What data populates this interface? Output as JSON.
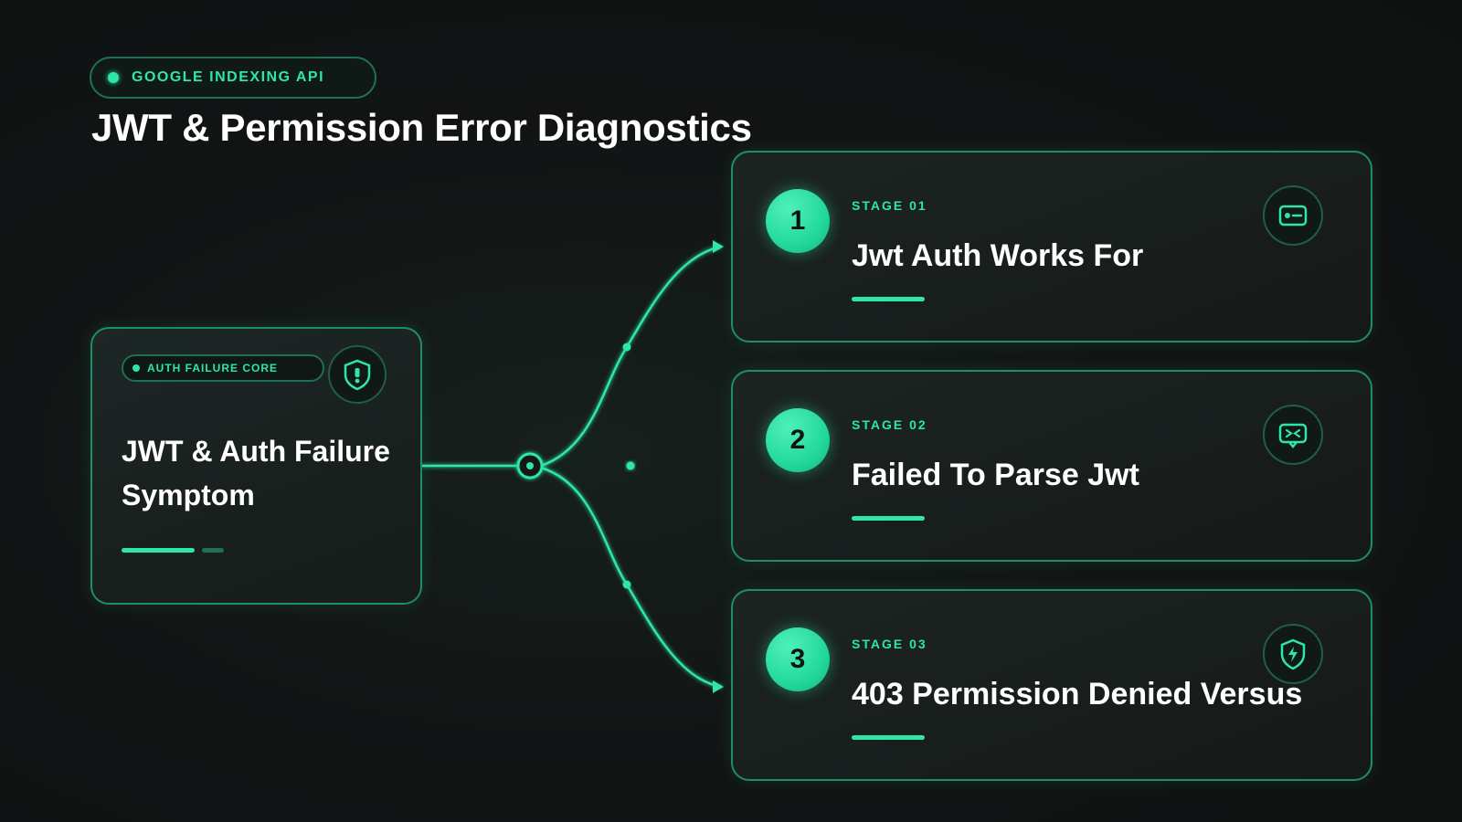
{
  "header": {
    "tag": "GOOGLE INDEXING API",
    "title": "JWT & Permission Error Diagnostics"
  },
  "core": {
    "tag": "AUTH FAILURE CORE",
    "title": "JWT & Auth Failure Symptom",
    "icon": "shield-icon"
  },
  "stages": [
    {
      "num": "1",
      "label": "STAGE 01",
      "title": "Jwt Auth Works For",
      "icon": "id-card-icon"
    },
    {
      "num": "2",
      "label": "STAGE 02",
      "title": "Failed To Parse Jwt",
      "icon": "broken-chat-icon"
    },
    {
      "num": "3",
      "label": "STAGE 03",
      "title": "403 Permission Denied Versus",
      "icon": "shield-bolt-icon"
    }
  ],
  "colors": {
    "accent": "#2ee6a6",
    "border": "#1e8d6a",
    "background": "#121515"
  }
}
